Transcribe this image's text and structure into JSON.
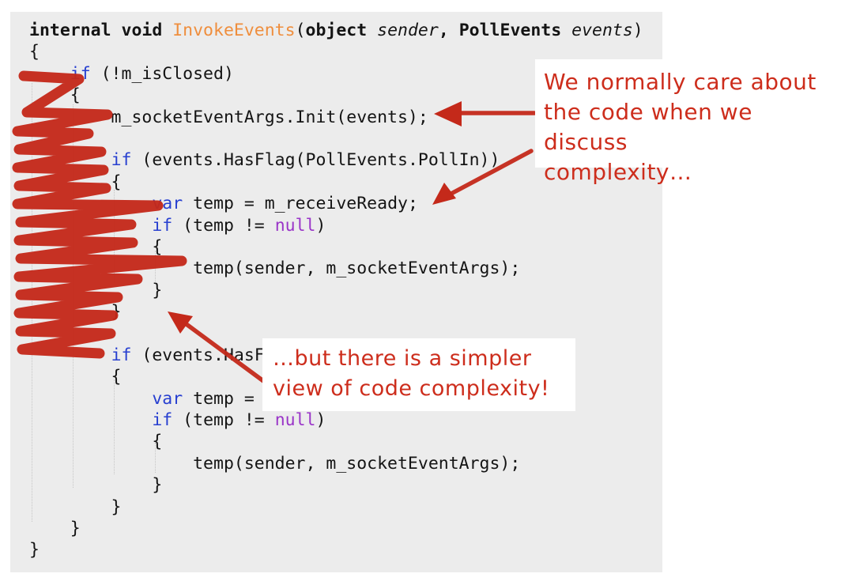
{
  "colors": {
    "panel_bg": "#ececec",
    "code_text": "#141414",
    "keyword_blue": "#2840d0",
    "null_purple": "#9a35c8",
    "method_orange": "#ef8e3d",
    "annotation_red": "#cd2d1c",
    "drawing_red": "#c4291a"
  },
  "code_panel": {
    "lines": [
      [
        {
          "t": "internal void ",
          "s": "bold"
        },
        {
          "t": "InvokeEvents",
          "s": "method"
        },
        {
          "t": "(",
          "s": "plain"
        },
        {
          "t": "object",
          "s": "bold"
        },
        {
          "t": " ",
          "s": "plain"
        },
        {
          "t": "sender",
          "s": "param"
        },
        {
          "t": ",",
          "s": "bold"
        },
        {
          "t": " ",
          "s": "plain"
        },
        {
          "t": "PollEvents",
          "s": "bold"
        },
        {
          "t": " ",
          "s": "plain"
        },
        {
          "t": "events",
          "s": "param"
        },
        {
          "t": ")",
          "s": "plain"
        }
      ],
      [
        {
          "t": "{",
          "s": "plain"
        }
      ],
      [
        {
          "t": "    ",
          "s": "plain"
        },
        {
          "t": "if",
          "s": "kw"
        },
        {
          "t": " (!m_isClosed)",
          "s": "plain"
        }
      ],
      [
        {
          "t": "    {",
          "s": "plain"
        }
      ],
      [
        {
          "t": "        m_socketEventArgs.Init(events);",
          "s": "plain"
        }
      ],
      [],
      [
        {
          "t": "        ",
          "s": "plain"
        },
        {
          "t": "if",
          "s": "kw"
        },
        {
          "t": " (events.HasFlag(PollEvents.PollIn))",
          "s": "plain"
        }
      ],
      [
        {
          "t": "        {",
          "s": "plain"
        }
      ],
      [
        {
          "t": "            ",
          "s": "plain"
        },
        {
          "t": "var",
          "s": "kw"
        },
        {
          "t": " temp = m_receiveReady;",
          "s": "plain"
        }
      ],
      [
        {
          "t": "            ",
          "s": "plain"
        },
        {
          "t": "if",
          "s": "kw"
        },
        {
          "t": " (temp != ",
          "s": "plain"
        },
        {
          "t": "null",
          "s": "null"
        },
        {
          "t": ")",
          "s": "plain"
        }
      ],
      [
        {
          "t": "            {",
          "s": "plain"
        }
      ],
      [
        {
          "t": "                temp(sender, m_socketEventArgs);",
          "s": "plain"
        }
      ],
      [
        {
          "t": "            }",
          "s": "plain"
        }
      ],
      [
        {
          "t": "        }",
          "s": "plain"
        }
      ],
      [],
      [
        {
          "t": "        ",
          "s": "plain"
        },
        {
          "t": "if",
          "s": "kw"
        },
        {
          "t": " (events.HasF",
          "s": "plain"
        }
      ],
      [
        {
          "t": "        {",
          "s": "plain"
        }
      ],
      [
        {
          "t": "            ",
          "s": "plain"
        },
        {
          "t": "var",
          "s": "kw"
        },
        {
          "t": " temp = ",
          "s": "plain"
        }
      ],
      [
        {
          "t": "            ",
          "s": "plain"
        },
        {
          "t": "if",
          "s": "kw"
        },
        {
          "t": " (temp != ",
          "s": "plain"
        },
        {
          "t": "null",
          "s": "null"
        },
        {
          "t": ")",
          "s": "plain"
        }
      ],
      [
        {
          "t": "            {",
          "s": "plain"
        }
      ],
      [
        {
          "t": "                temp(sender, m_socketEventArgs);",
          "s": "plain"
        }
      ],
      [
        {
          "t": "            }",
          "s": "plain"
        }
      ],
      [
        {
          "t": "        }",
          "s": "plain"
        }
      ],
      [
        {
          "t": "    }",
          "s": "plain"
        }
      ],
      [
        {
          "t": "}",
          "s": "plain"
        }
      ]
    ]
  },
  "annotations": {
    "note_top": {
      "lines": [
        "We normally care about",
        "the code when we discuss",
        "complexity…"
      ]
    },
    "note_bottom": {
      "lines": [
        "…but there is a simpler",
        "view of code complexity!"
      ]
    },
    "drawings": [
      "left-zigzag-scribble",
      "arrow-to-init-line",
      "arrow-to-var-temp-line",
      "arrow-to-closing-brace"
    ]
  }
}
